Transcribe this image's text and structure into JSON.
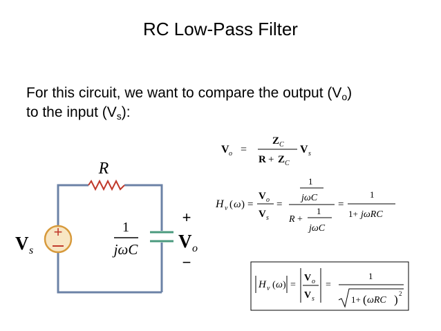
{
  "slide": {
    "title": "RC Low-Pass Filter",
    "intro_line1_pre": "For this circuit, we want to compare the output (V",
    "intro_line1_sub": "o",
    "intro_line1_post": ")",
    "intro_line2_pre": "to the input (V",
    "intro_line2_sub": "s",
    "intro_line2_post": "):"
  },
  "circuit": {
    "resistor_label": "R",
    "capacitor_num": "1",
    "capacitor_den": "jωC",
    "source_label": "V",
    "source_sub": "s",
    "output_label": "V",
    "output_sub": "o",
    "plus": "+",
    "minus": "−"
  },
  "colors": {
    "wire": "#6b82a6",
    "source_fill": "#f8e6c4",
    "source_stroke": "#d79a3c",
    "text": "#000000"
  }
}
